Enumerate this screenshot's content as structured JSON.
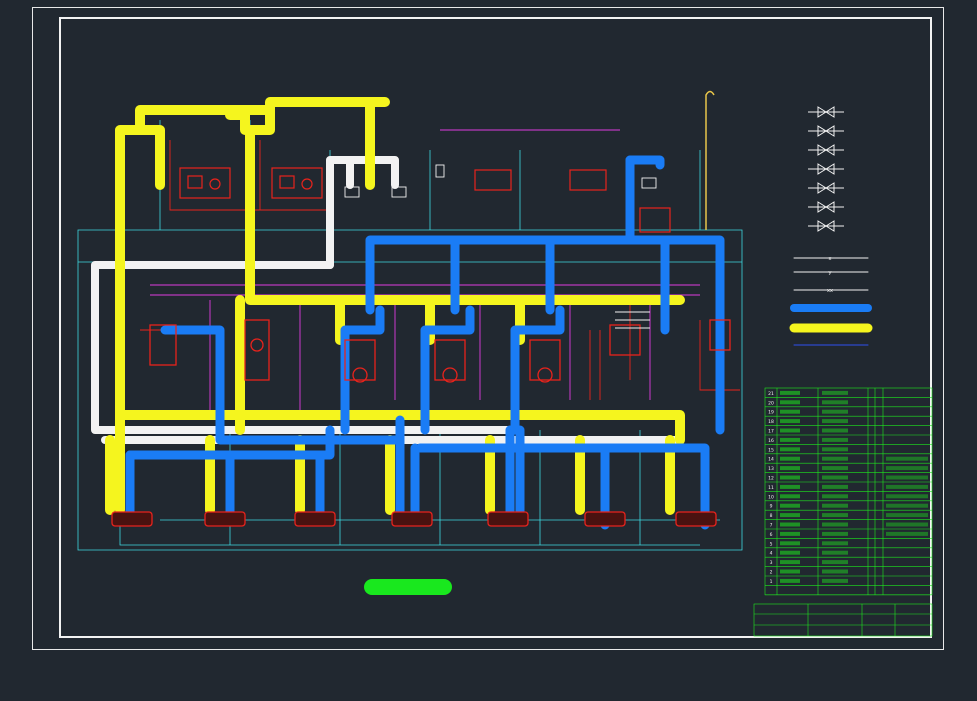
{
  "drawing": {
    "title": "",
    "colors": {
      "background": "#212830",
      "water_pipe": "#1a7cf5",
      "steam_pipe": "#f5f51e",
      "condensate_pipe": "#f2f2f2",
      "equipment": "#e8231c",
      "line_cyan": "#3fd8e0",
      "line_magenta": "#e03ce0",
      "table_green": "#1ee81e",
      "title_banner": "#19e81e"
    },
    "legend": {
      "valve_symbols": [
        {
          "icon": "gate-valve-icon",
          "label": ""
        },
        {
          "icon": "check-valve-icon",
          "label": ""
        },
        {
          "icon": "globe-valve-icon",
          "label": ""
        },
        {
          "icon": "solenoid-valve-icon",
          "label": ""
        },
        {
          "icon": "reducing-valve-icon",
          "label": ""
        },
        {
          "icon": "trap-icon",
          "label": ""
        },
        {
          "icon": "safety-valve-icon",
          "label": ""
        }
      ],
      "line_types": [
        {
          "sample": "x",
          "label": ""
        },
        {
          "sample": "y",
          "label": ""
        },
        {
          "sample": "xx",
          "label": ""
        },
        {
          "sample": "",
          "label": ""
        },
        {
          "sample": "",
          "label": ""
        },
        {
          "sample": "",
          "label": ""
        }
      ]
    },
    "schedule": {
      "row_numbers": [
        "21",
        "20",
        "19",
        "18",
        "17",
        "16",
        "15",
        "14",
        "13",
        "12",
        "11",
        "10",
        "9",
        "8",
        "7",
        "6",
        "5",
        "4",
        "3",
        "2",
        "1"
      ]
    }
  }
}
